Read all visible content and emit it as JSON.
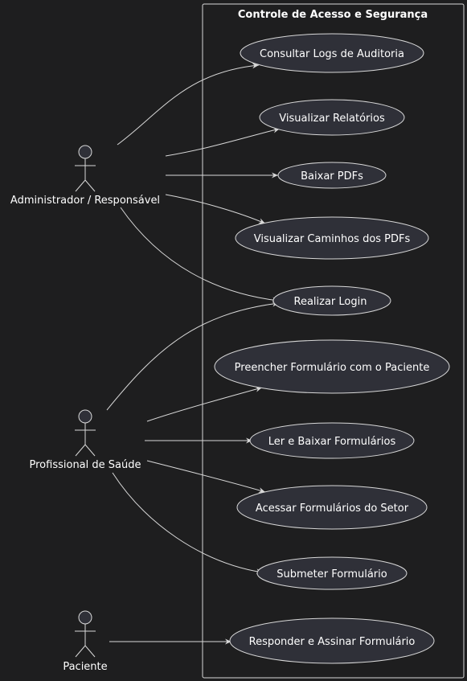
{
  "boundary": {
    "title": "Controle de Acesso e Segurança"
  },
  "actors": {
    "admin": {
      "label": "Administrador / Responsável"
    },
    "health": {
      "label": "Profissional de Saúde"
    },
    "patient": {
      "label": "Paciente"
    }
  },
  "use_cases": {
    "uc1": "Consultar Logs de Auditoria",
    "uc2": "Visualizar Relatórios",
    "uc3": "Baixar PDFs",
    "uc4": "Visualizar Caminhos dos PDFs",
    "uc5": "Realizar Login",
    "uc6": "Preencher Formulário com o Paciente",
    "uc7": "Ler e Baixar Formulários",
    "uc8": "Acessar Formulários do Setor",
    "uc9": "Submeter Formulário",
    "uc10": "Responder e Assinar Formulário"
  },
  "colors": {
    "background": "#1e1e1f",
    "stroke": "#d8d8d8",
    "node_fill": "#2f3038",
    "text": "#ffffff"
  }
}
